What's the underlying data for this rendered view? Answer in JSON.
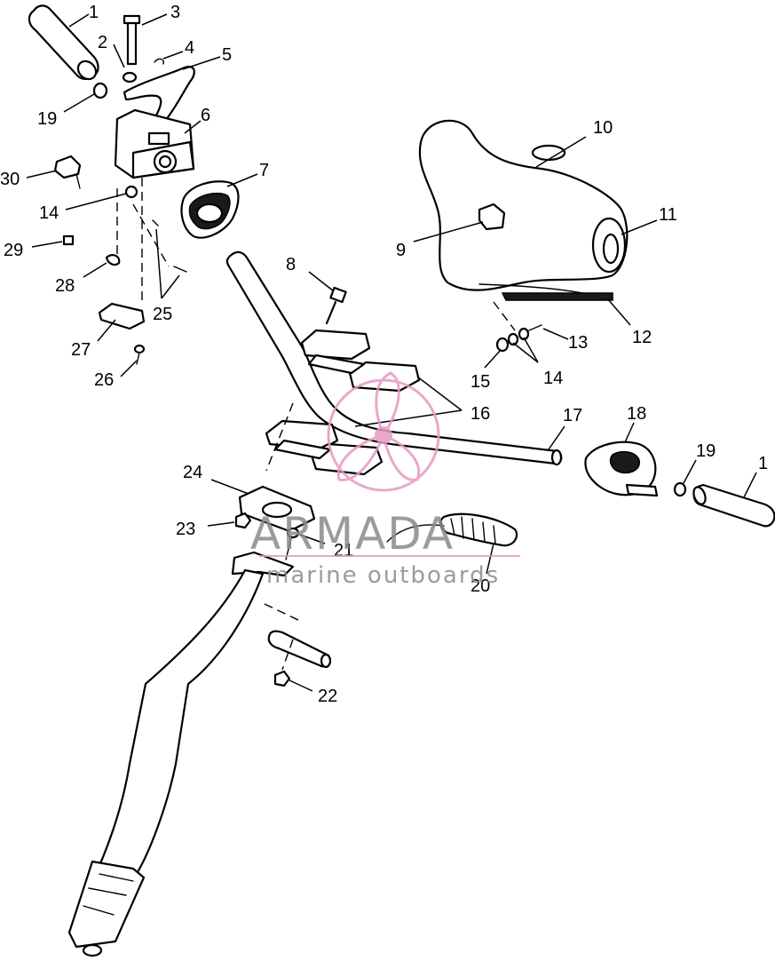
{
  "callouts": {
    "c1a": "1",
    "c2": "2",
    "c3": "3",
    "c4": "4",
    "c5": "5",
    "c19a": "19",
    "c6": "6",
    "c30": "30",
    "c7": "7",
    "c14a": "14",
    "c29": "29",
    "c28": "28",
    "c25": "25",
    "c27": "27",
    "c26": "26",
    "c8": "8",
    "c10": "10",
    "c11": "11",
    "c9": "9",
    "c12": "12",
    "c13": "13",
    "c15": "15",
    "c14b": "14",
    "c16": "16",
    "c17": "17",
    "c18": "18",
    "c19b": "19",
    "c1b": "1",
    "c24": "24",
    "c23": "23",
    "c21": "21",
    "c20": "20",
    "c22": "22"
  },
  "watermark": {
    "brand": "ARMADA",
    "tagline": "marine outboards",
    "brand_color": "#8a8a8a",
    "accent_color": "#e59ac4"
  }
}
